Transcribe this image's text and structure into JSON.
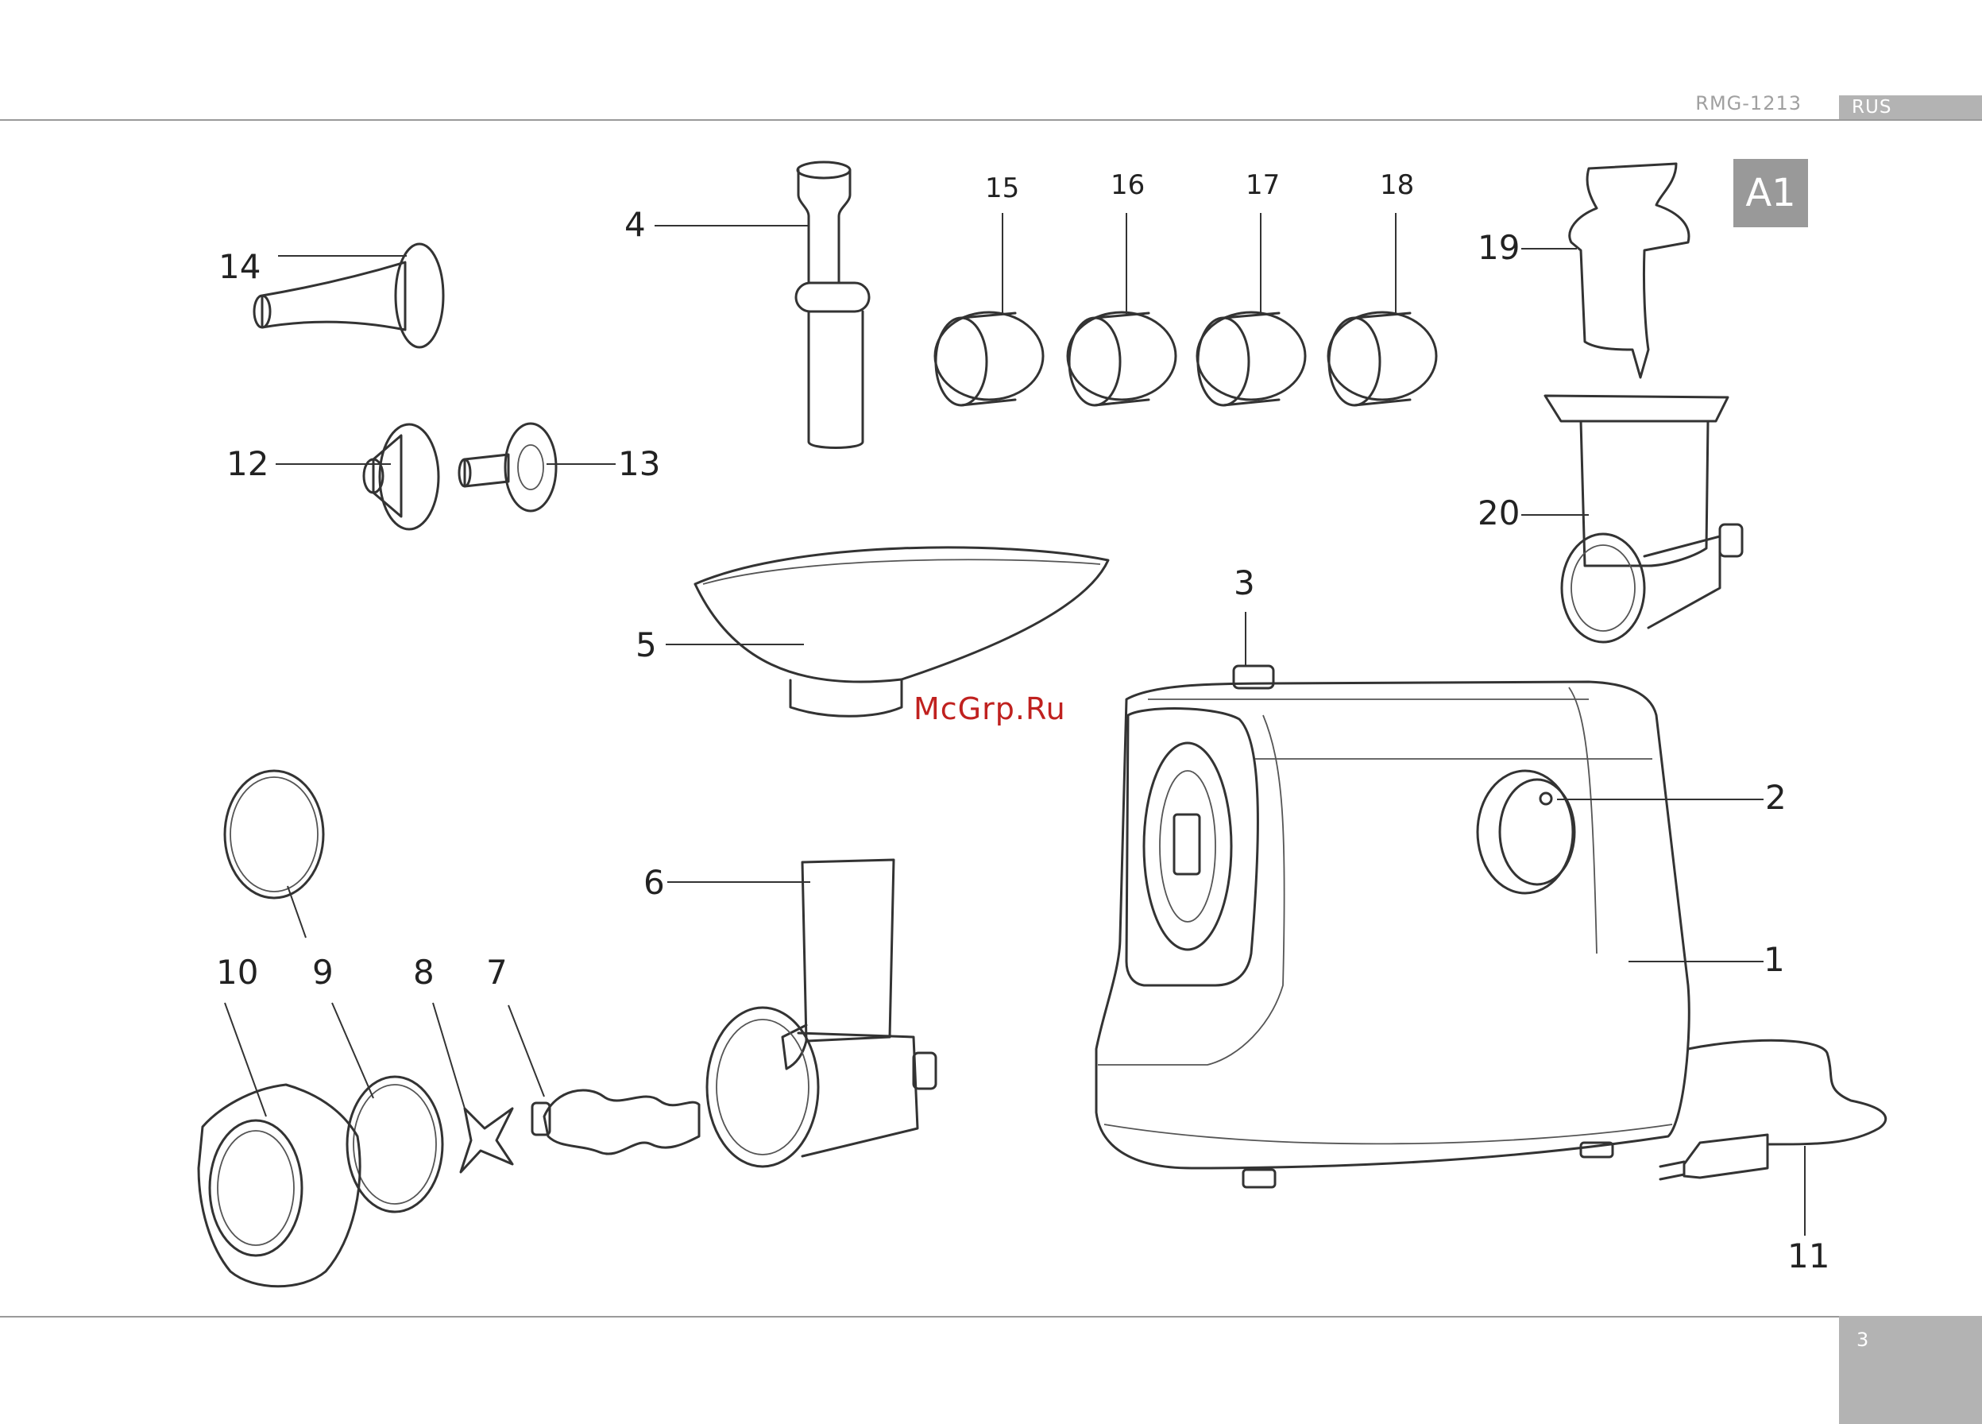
{
  "header": {
    "model": "RMG-1213",
    "language": "RUS"
  },
  "badge": "A1",
  "page_number": "3",
  "watermark": "McGrp.Ru",
  "callouts": [
    "1",
    "2",
    "3",
    "4",
    "5",
    "6",
    "7",
    "8",
    "9",
    "10",
    "11",
    "12",
    "13",
    "14",
    "15",
    "16",
    "17",
    "18",
    "19",
    "20"
  ]
}
